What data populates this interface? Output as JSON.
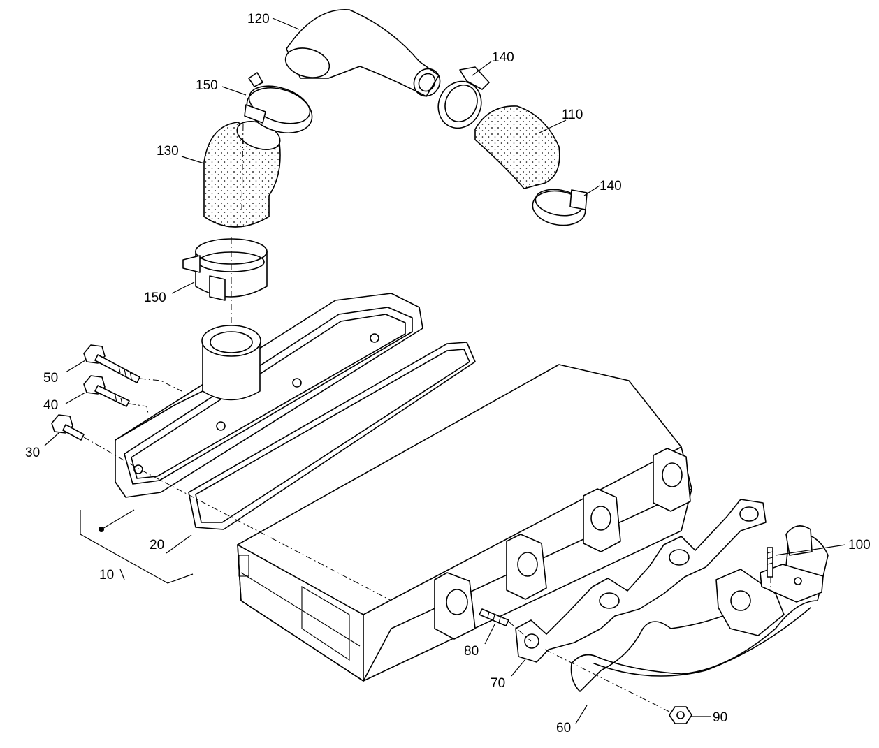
{
  "callouts": [
    {
      "id": "c120",
      "text": "120"
    },
    {
      "id": "c140a",
      "text": "140"
    },
    {
      "id": "c150a",
      "text": "150"
    },
    {
      "id": "c110",
      "text": "110"
    },
    {
      "id": "c130",
      "text": "130"
    },
    {
      "id": "c140b",
      "text": "140"
    },
    {
      "id": "c150b",
      "text": "150"
    },
    {
      "id": "c50",
      "text": "50"
    },
    {
      "id": "c40",
      "text": "40"
    },
    {
      "id": "c30",
      "text": "30"
    },
    {
      "id": "c10",
      "text": "10"
    },
    {
      "id": "c20",
      "text": "20"
    },
    {
      "id": "c100",
      "text": "100"
    },
    {
      "id": "c80",
      "text": "80"
    },
    {
      "id": "c70",
      "text": "70"
    },
    {
      "id": "c60",
      "text": "60"
    },
    {
      "id": "c90",
      "text": "90"
    }
  ]
}
